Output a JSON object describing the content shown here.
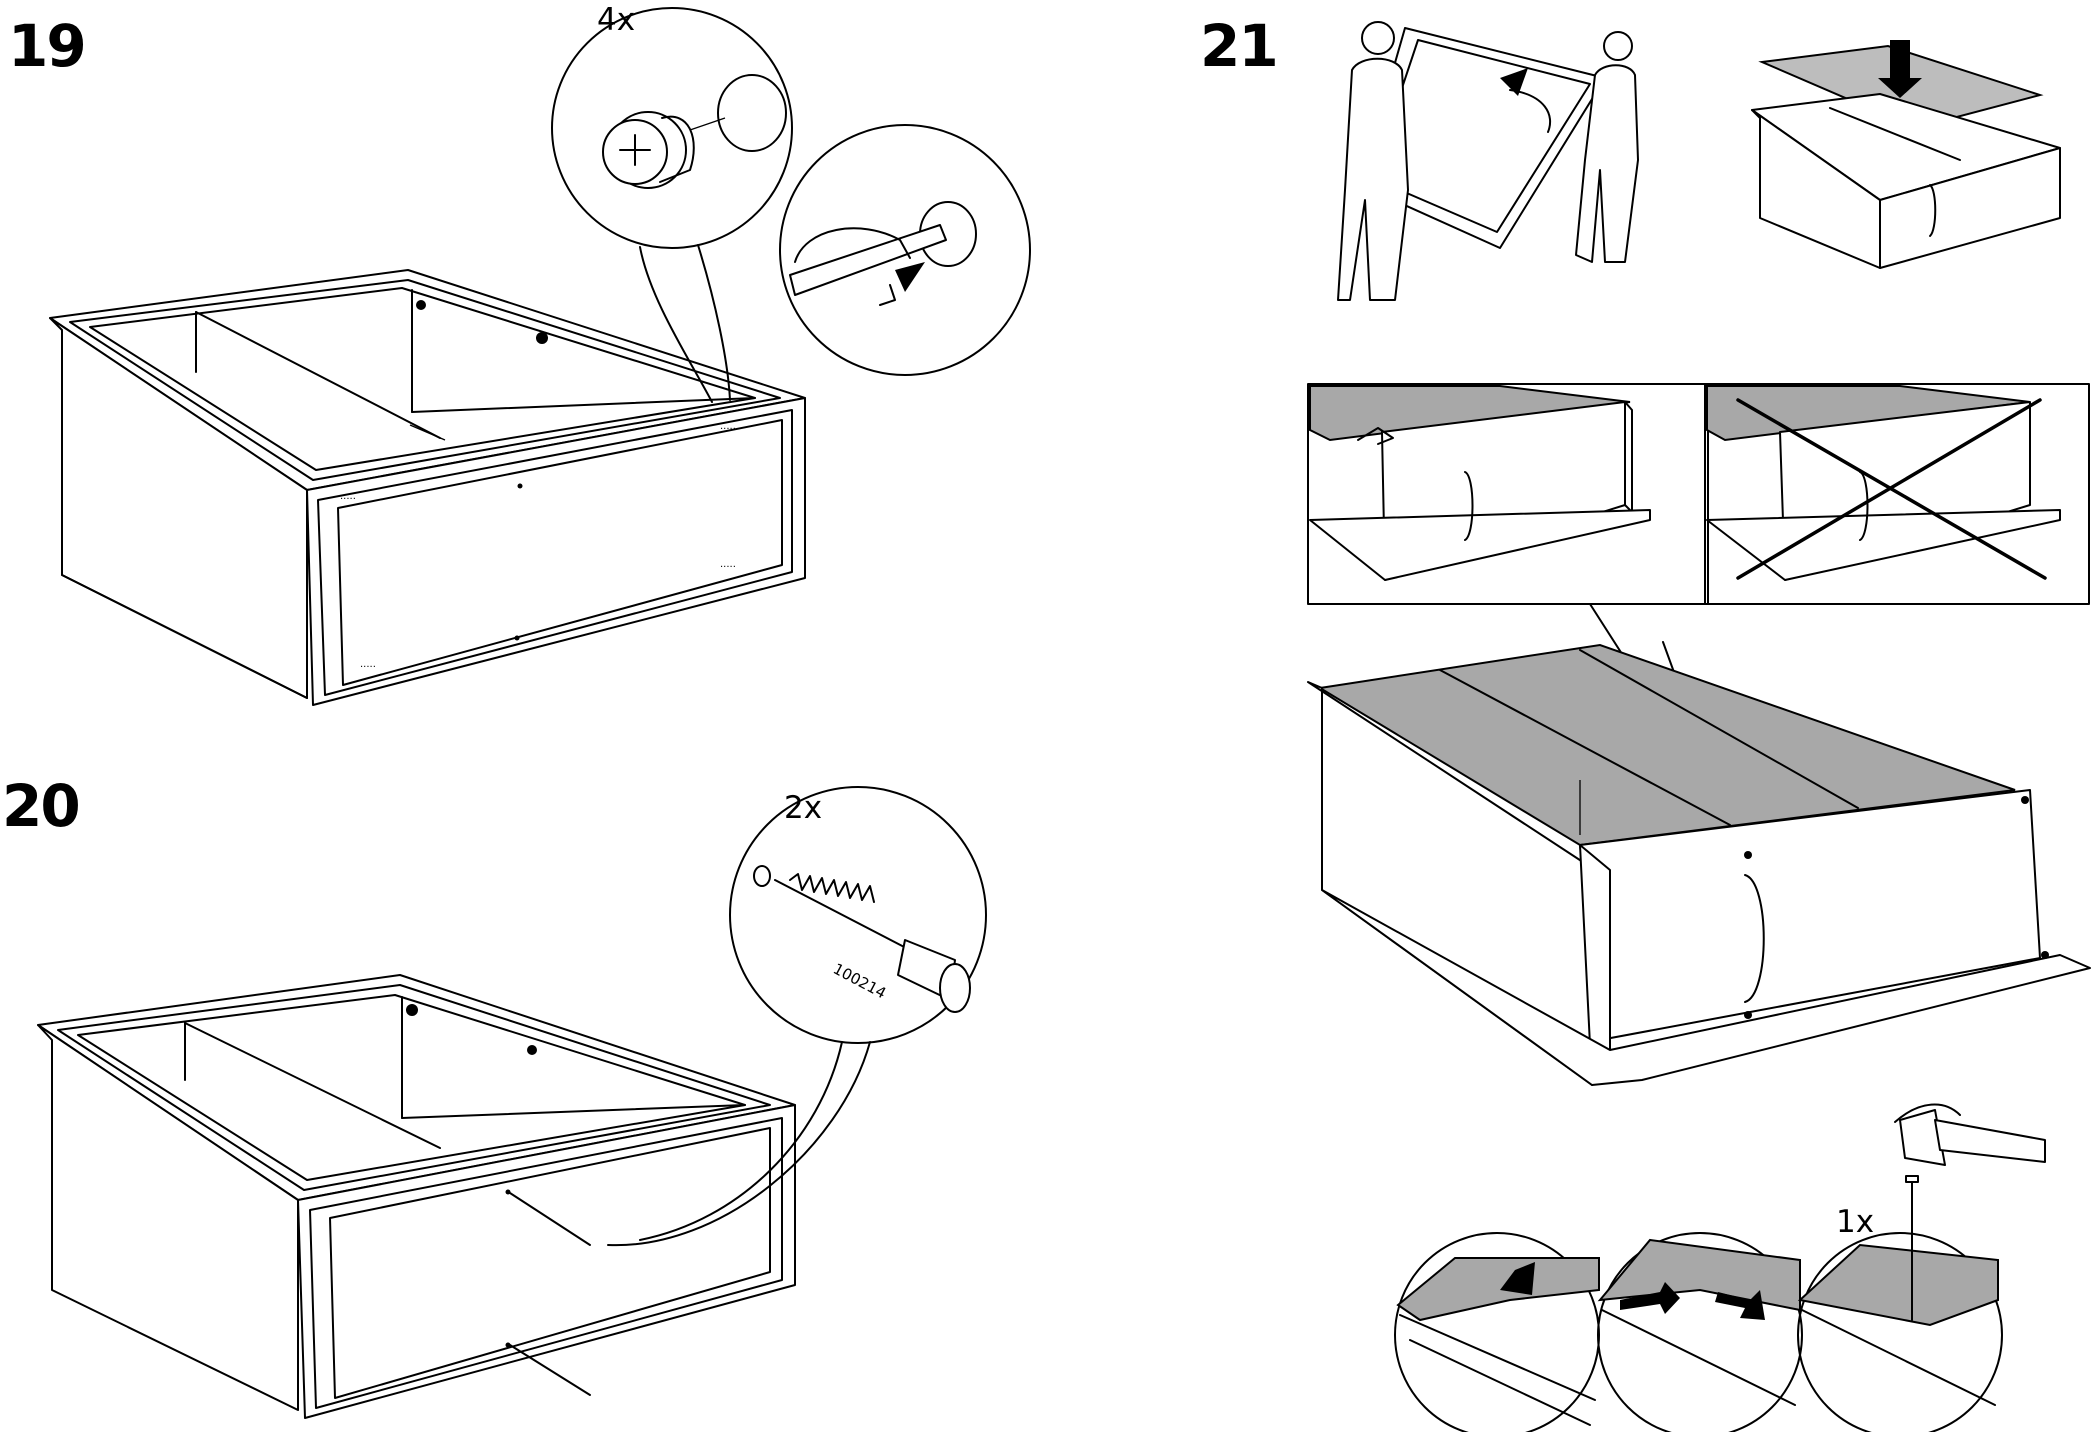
{
  "steps": [
    {
      "number": "19",
      "hardware_qty": "4x"
    },
    {
      "number": "20",
      "hardware_qty": "2x",
      "part_number": "100214"
    },
    {
      "number": "21",
      "nail_qty": "1x"
    }
  ],
  "colors": {
    "line": "#000000",
    "panel_fill": "#a8a8a8",
    "background": "#ffffff"
  },
  "icons": [
    "cam-lock-fitting",
    "screwdriver-turn-arrow",
    "connector-bolt",
    "hammer",
    "nail",
    "persons-flipping-frame",
    "wrong-cross"
  ]
}
